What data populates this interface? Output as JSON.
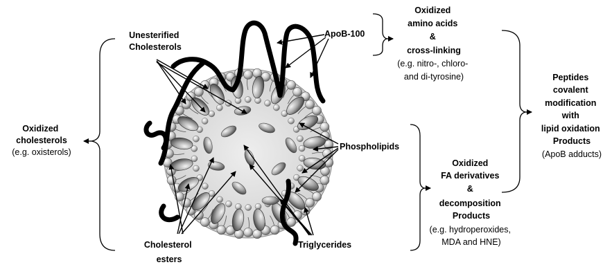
{
  "labels": {
    "apob100": "ApoB-100",
    "unesterified": [
      "Unesterified",
      "Cholesterols"
    ],
    "oxidized_cholesterols": [
      "Oxidized",
      "cholesterols"
    ],
    "oxidized_cholesterols_eg": "(e.g. oxisterols)",
    "phospholipids": "Phospholipids",
    "cholesterol_esters": [
      "Cholesterol",
      "esters"
    ],
    "triglycerides": "Triglycerides",
    "oxidized_amino_acids": [
      "Oxidized",
      "amino acids",
      "&",
      "cross-linking"
    ],
    "oxidized_amino_acids_eg": [
      "(e.g. nitro-, chloro-",
      "and di-tyrosine)"
    ],
    "peptides": [
      "Peptides",
      "covalent",
      "modification",
      "with",
      "lipid oxidation",
      "Products"
    ],
    "peptides_eg": "(ApoB adducts)",
    "oxidized_fa": [
      "Oxidized",
      "FA derivatives",
      "&",
      "decomposition",
      "Products"
    ],
    "oxidized_fa_eg": [
      "(e.g. hydroperoxides,",
      "MDA and HNE)"
    ]
  },
  "colors": {
    "ink": "#000000",
    "core": "#d8d8d8",
    "head": "#bdbdbd",
    "ellipsoid": "#9a9a9a"
  }
}
